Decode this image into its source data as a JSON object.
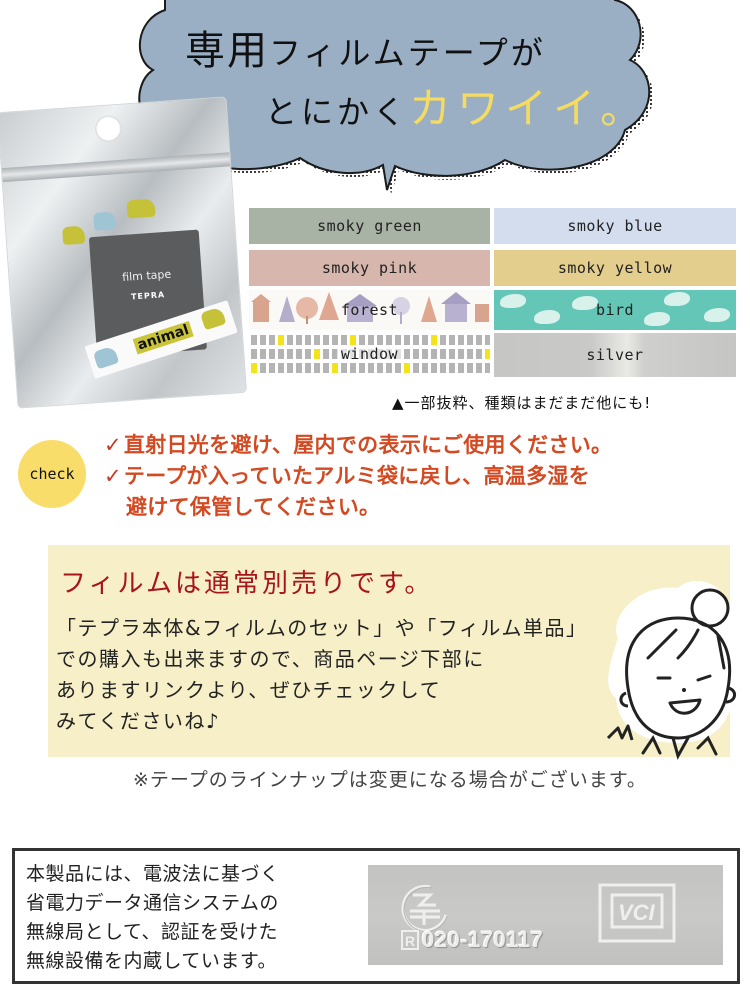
{
  "heading": {
    "line1_kanji": "専用",
    "line1_kana": "フィルムテープが",
    "line2_dark": "とにかく",
    "line2_highlight": "カワイイ。"
  },
  "colors": {
    "cloud_fill": "#9aafc4",
    "highlight_yellow": "#f5dc60",
    "check_red": "#d34a22",
    "note_title_red": "#a8141c",
    "note_panel": "#f7efc7",
    "check_circle": "#f9dd6a"
  },
  "product_pouch": {
    "cartridge_label": "film tape",
    "brand": "TEPRA",
    "tape_label": "animal"
  },
  "tape_swatches": [
    {
      "name": "smoky green",
      "color": "#a9b3a5"
    },
    {
      "name": "smoky blue",
      "color": "#d3ddee"
    },
    {
      "name": "smoky pink",
      "color": "#d7b6ad"
    },
    {
      "name": "smoky yellow",
      "color": "#e3ce8e"
    },
    {
      "name": "forest",
      "color": "#fbf9f6"
    },
    {
      "name": "bird",
      "color": "#63c6b7"
    },
    {
      "name": "window",
      "color": "#ffffff"
    },
    {
      "name": "silver",
      "color": "#c9c9c7"
    }
  ],
  "lineup_note": "▲一部抜粋、種類はまだまだ他にも!",
  "check": {
    "badge": "check",
    "tick": "✓",
    "items": [
      "直射日光を避け、屋内での表示にご使用ください。",
      "テープが入っていたアルミ袋に戻し、高温多湿を",
      "避けて保管してください。"
    ]
  },
  "note": {
    "title": "フィルムは通常別売りです。",
    "lines": [
      "「テプラ本体&フィルムのセット」や「フィルム単品」",
      "での購入も出来ますので、商品ページ下部に",
      "ありますリンクより、ぜひチェックして",
      "みてくださいね♪"
    ]
  },
  "disclaimer": "※テープのラインナップは変更になる場合がございます。",
  "certification": {
    "lines": [
      "本製品には、電波法に基づく",
      "省電力データ通信システムの",
      "無線局として、認証を受けた",
      "無線設備を内蔵しています。"
    ],
    "mark_number": "020-170117",
    "mark_prefix": "R",
    "vcci_label": "VCI"
  }
}
